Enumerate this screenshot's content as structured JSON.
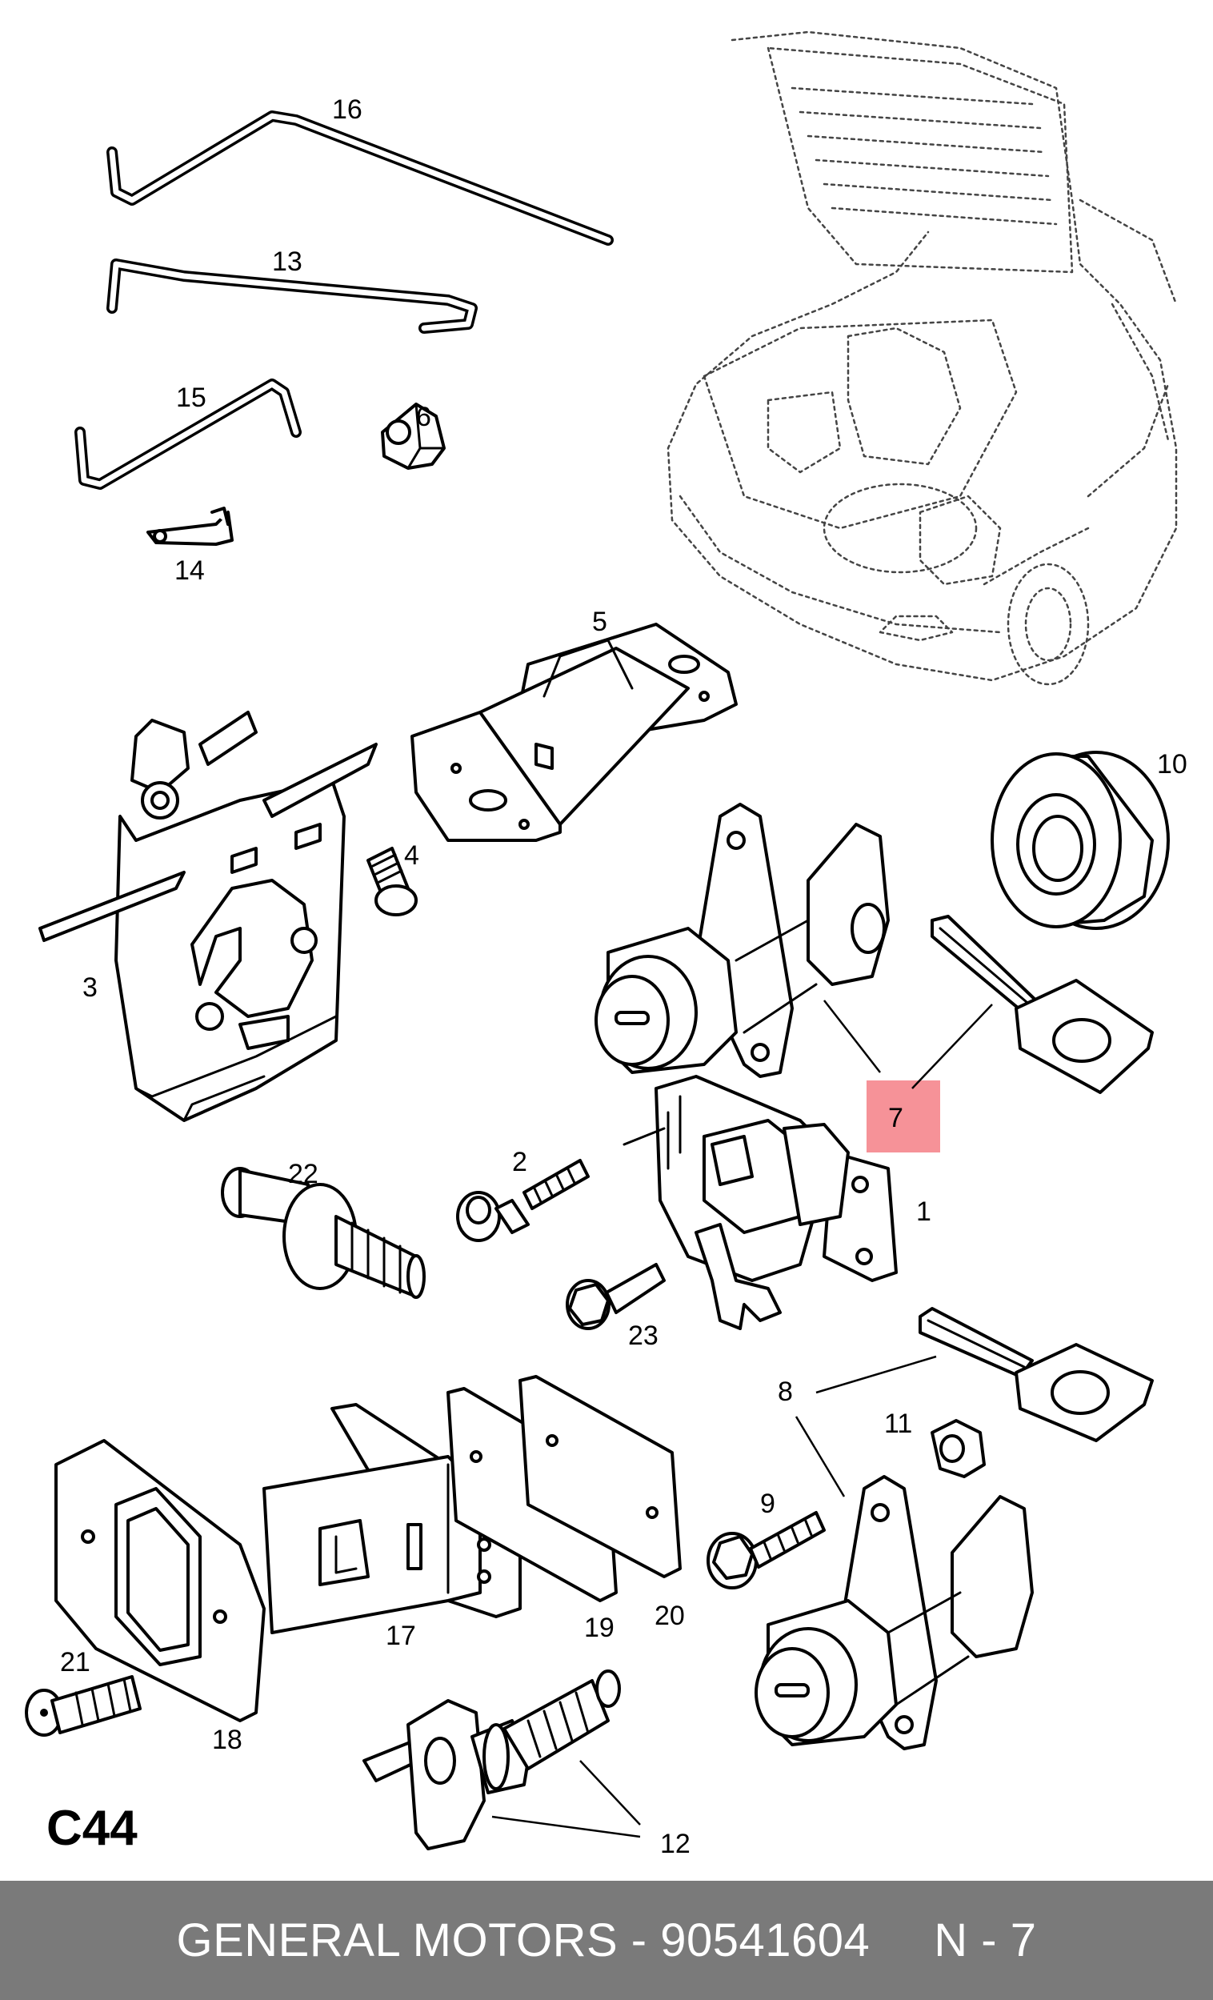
{
  "diagram": {
    "section_code": "C44",
    "highlight_color": "#f47f86",
    "labels": {
      "p1": "1",
      "p2": "2",
      "p3": "3",
      "p4": "4",
      "p5": "5",
      "p6": "6",
      "p7": "7",
      "p8": "8",
      "p9": "9",
      "p10": "10",
      "p11": "11",
      "p12": "12",
      "p13": "13",
      "p14": "14",
      "p15": "15",
      "p16": "16",
      "p17": "17",
      "p18": "18",
      "p19": "19",
      "p20": "20",
      "p21": "21",
      "p22": "22",
      "p23": "23"
    }
  },
  "footer": {
    "brand": "GENERAL MOTORS",
    "dash": "-",
    "part_number": "90541604",
    "position": "N - 7",
    "background": "#7a7a7a"
  }
}
